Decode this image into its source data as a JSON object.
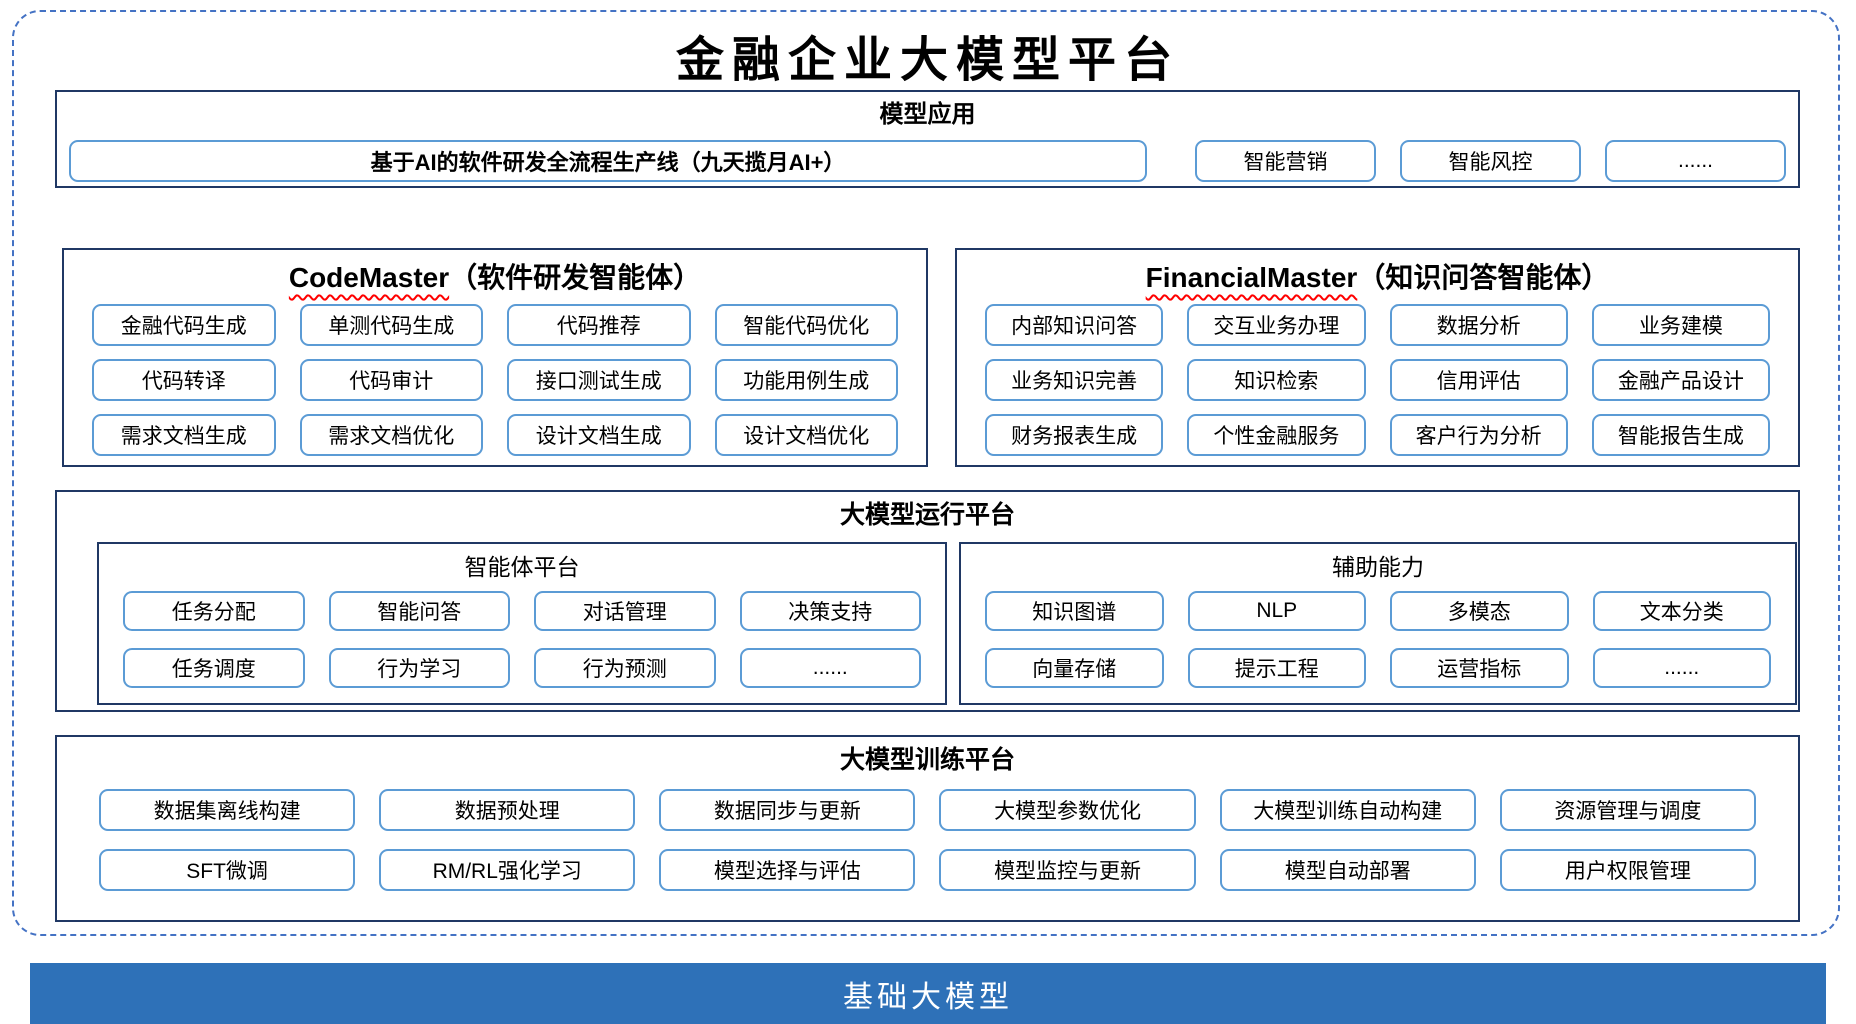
{
  "title": "金融企业大模型平台",
  "model_apps": {
    "header": "模型应用",
    "pipeline": "基于AI的软件研发全流程生产线（九天揽月AI+）",
    "items": [
      "智能营销",
      "智能风控",
      "......"
    ]
  },
  "agents": [
    {
      "name_en": "CodeMaster",
      "name_cn": "（软件研发智能体）",
      "items": [
        "金融代码生成",
        "单测代码生成",
        "代码推荐",
        "智能代码优化",
        "代码转译",
        "代码审计",
        "接口测试生成",
        "功能用例生成",
        "需求文档生成",
        "需求文档优化",
        "设计文档生成",
        "设计文档优化"
      ]
    },
    {
      "name_en": "FinancialMaster",
      "name_cn": "（知识问答智能体）",
      "items": [
        "内部知识问答",
        "交互业务办理",
        "数据分析",
        "业务建模",
        "业务知识完善",
        "知识检索",
        "信用评估",
        "金融产品设计",
        "财务报表生成",
        "个性金融服务",
        "客户行为分析",
        "智能报告生成"
      ]
    }
  ],
  "runtime": {
    "header": "大模型运行平台",
    "groups": [
      {
        "title": "智能体平台",
        "items": [
          "任务分配",
          "智能问答",
          "对话管理",
          "决策支持",
          "任务调度",
          "行为学习",
          "行为预测",
          "......"
        ]
      },
      {
        "title": "辅助能力",
        "items": [
          "知识图谱",
          "NLP",
          "多模态",
          "文本分类",
          "向量存储",
          "提示工程",
          "运营指标",
          "......"
        ]
      }
    ]
  },
  "training": {
    "header": "大模型训练平台",
    "items": [
      "数据集离线构建",
      "数据预处理",
      "数据同步与更新",
      "大模型参数优化",
      "大模型训练自动构建",
      "资源管理与调度",
      "SFT微调",
      "RM/RL强化学习",
      "模型选择与评估",
      "模型监控与更新",
      "模型自动部署",
      "用户权限管理"
    ]
  },
  "foundation": {
    "label": "基础大模型"
  },
  "colors": {
    "dashed_border": "#4472C4",
    "frame_border": "#203864",
    "item_border": "#5B9BD5",
    "foundation_bg": "#2E71B8",
    "underline_red": "#FF0000"
  }
}
